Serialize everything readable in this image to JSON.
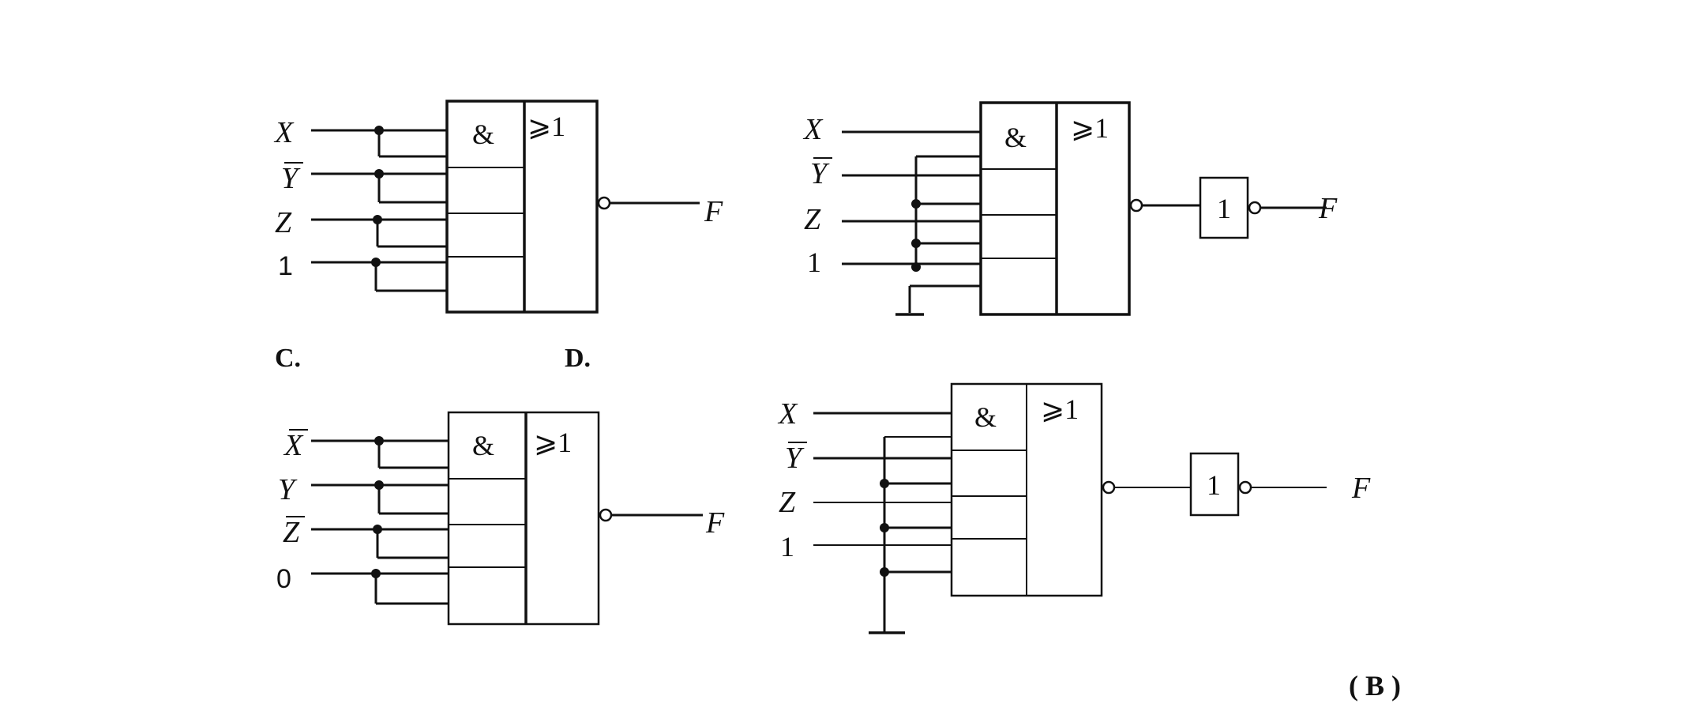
{
  "options": {
    "c_label": "C.",
    "d_label": "D."
  },
  "answer": "( B )",
  "gate_symbols": {
    "and": "&",
    "or": "⩾1",
    "not": "1"
  },
  "circuit_top_left": {
    "inputs": [
      {
        "name": "X",
        "bar": false
      },
      {
        "name": "Y",
        "bar": true
      },
      {
        "name": "Z",
        "bar": false
      },
      {
        "name": "1",
        "bar": false
      }
    ],
    "output": "F"
  },
  "circuit_top_right": {
    "inputs": [
      {
        "name": "X",
        "bar": false
      },
      {
        "name": "Y",
        "bar": true
      },
      {
        "name": "Z",
        "bar": false
      },
      {
        "name": "1",
        "bar": false
      }
    ],
    "output": "F"
  },
  "circuit_bottom_left": {
    "inputs": [
      {
        "name": "X",
        "bar": true
      },
      {
        "name": "Y",
        "bar": false
      },
      {
        "name": "Z",
        "bar": true
      },
      {
        "name": "0",
        "bar": false
      }
    ],
    "output": "F"
  },
  "circuit_bottom_right": {
    "inputs": [
      {
        "name": "X",
        "bar": false
      },
      {
        "name": "Y",
        "bar": true
      },
      {
        "name": "Z",
        "bar": false
      },
      {
        "name": "1",
        "bar": false
      }
    ],
    "output": "F"
  }
}
